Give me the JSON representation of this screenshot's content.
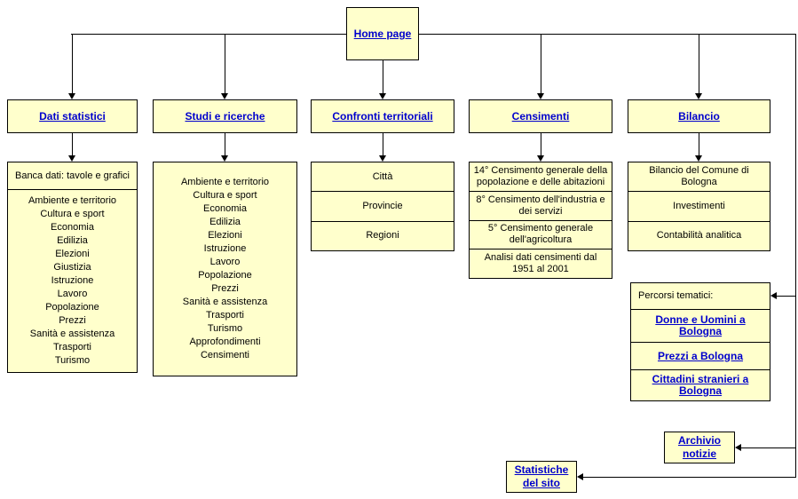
{
  "home": {
    "label": "Home page"
  },
  "colors": {
    "box_fill": "#FFFFCC",
    "link_blue": "#0000CC",
    "border": "#000000"
  },
  "branches": {
    "dati": {
      "title": "Dati statistici",
      "header": "Banca dati: tavole e grafici",
      "items": [
        "Ambiente e territorio",
        "Cultura e sport",
        "Economia",
        "Edilizia",
        "Elezioni",
        "Giustizia",
        "Istruzione",
        "Lavoro",
        "Popolazione",
        "Prezzi",
        "Sanità e assistenza",
        "Trasporti",
        "Turismo"
      ]
    },
    "studi": {
      "title": "Studi e ricerche",
      "items": [
        "Ambiente e territorio",
        "Cultura e sport",
        "Economia",
        "Edilizia",
        "Elezioni",
        "Istruzione",
        "Lavoro",
        "Popolazione",
        "Prezzi",
        "Sanità e assistenza",
        "Trasporti",
        "Turismo",
        "Approfondimenti",
        "Censimenti"
      ]
    },
    "confronti": {
      "title": "Confronti territoriali",
      "items": [
        "Città",
        "Provincie",
        "Regioni"
      ]
    },
    "censimenti": {
      "title": "Censimenti",
      "items": [
        "14° Censimento generale della popolazione e delle abitazioni",
        "8° Censimento dell'industria e dei servizi",
        "5° Censimento generale dell'agricoltura",
        "Analisi dati censimenti dal 1951 al 2001"
      ]
    },
    "bilancio": {
      "title": "Bilancio",
      "items": [
        "Bilancio del Comune di Bologna",
        "Investimenti",
        "Contabilità analitica"
      ]
    }
  },
  "percorsi": {
    "header": "Percorsi tematici:",
    "links": [
      "Donne e Uomini a Bologna",
      "Prezzi a Bologna",
      "Cittadini stranieri a Bologna"
    ]
  },
  "archivio": {
    "label": "Archivio notizie"
  },
  "statistiche": {
    "label": "Statistiche del sito"
  }
}
